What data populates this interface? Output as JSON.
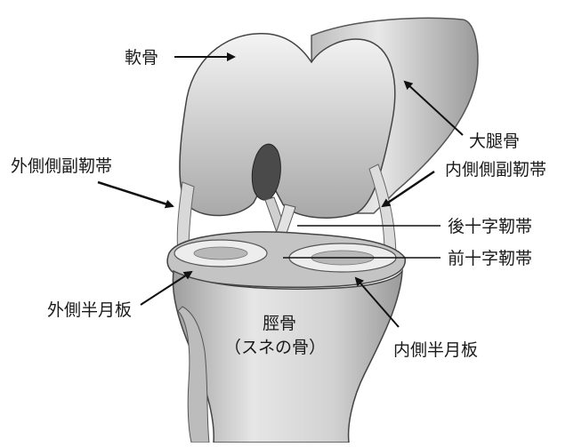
{
  "labels": {
    "cartilage": "軟骨",
    "femur": "大腿骨",
    "lateral_collateral_ligament": "外側側副靭帯",
    "medial_collateral_ligament": "内側側副靭帯",
    "posterior_cruciate_ligament": "後十字靭帯",
    "anterior_cruciate_ligament": "前十字靭帯",
    "lateral_meniscus": "外側半月板",
    "medial_meniscus": "内側半月板",
    "tibia": "脛骨",
    "tibia_note": "（スネの骨）"
  }
}
